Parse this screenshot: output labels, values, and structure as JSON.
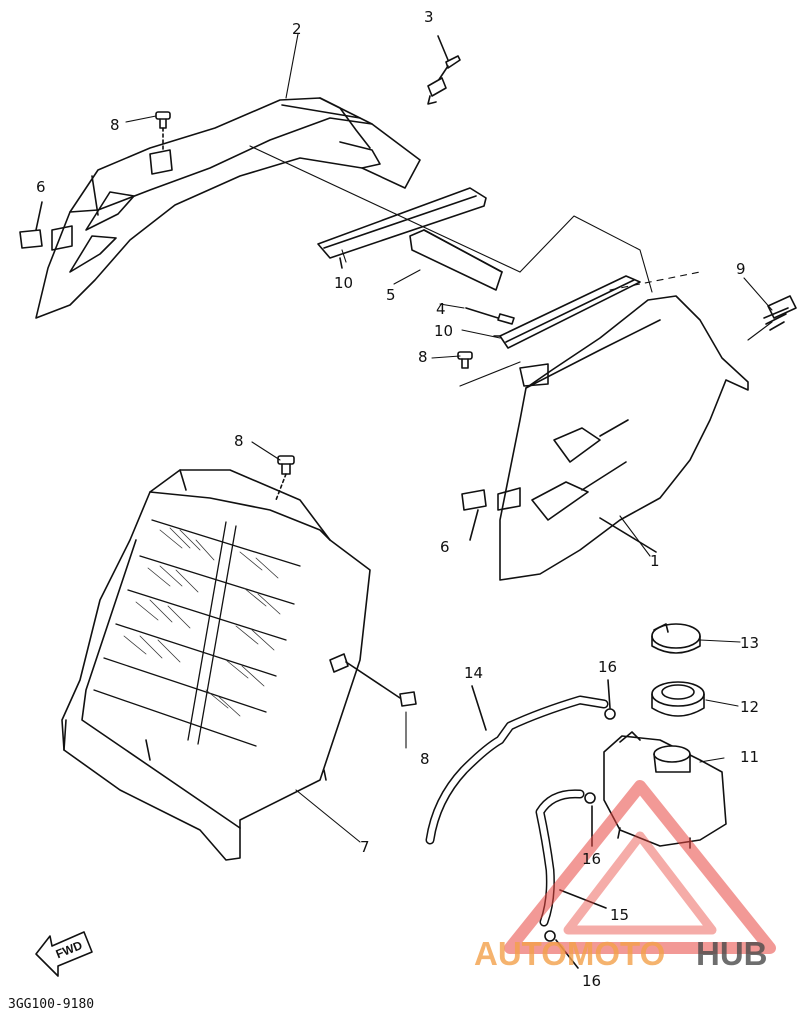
{
  "diagram": {
    "part_labels": [
      {
        "id": "p2",
        "text": "2"
      },
      {
        "id": "p3",
        "text": "3"
      },
      {
        "id": "p8a",
        "text": "8"
      },
      {
        "id": "p6a",
        "text": "6"
      },
      {
        "id": "p10a",
        "text": "10"
      },
      {
        "id": "p5",
        "text": "5"
      },
      {
        "id": "p9",
        "text": "9"
      },
      {
        "id": "p4",
        "text": "4"
      },
      {
        "id": "p10b",
        "text": "10"
      },
      {
        "id": "p8b",
        "text": "8"
      },
      {
        "id": "p6b",
        "text": "6"
      },
      {
        "id": "p1",
        "text": "1"
      },
      {
        "id": "p8c",
        "text": "8"
      },
      {
        "id": "p8d",
        "text": "8"
      },
      {
        "id": "p7",
        "text": "7"
      },
      {
        "id": "p13",
        "text": "13"
      },
      {
        "id": "p16a",
        "text": "16"
      },
      {
        "id": "p14",
        "text": "14"
      },
      {
        "id": "p12",
        "text": "12"
      },
      {
        "id": "p11",
        "text": "11"
      },
      {
        "id": "p16b",
        "text": "16"
      },
      {
        "id": "p15",
        "text": "15"
      },
      {
        "id": "p16c",
        "text": "16"
      }
    ],
    "fwd_label": "FWD",
    "diagram_code": "3GG100-9180"
  },
  "watermark": {
    "text_part1": "AUTOMOTO",
    "text_part2": "HUB",
    "color_primary": "#f2a04a",
    "color_secondary": "#4a4a4a",
    "triangle_color": "#e8463f"
  }
}
